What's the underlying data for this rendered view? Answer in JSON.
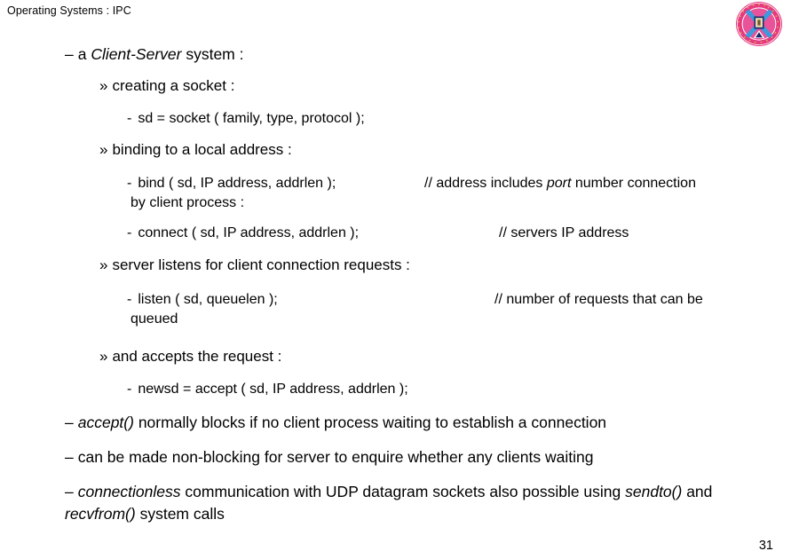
{
  "header": {
    "title": "Operating Systems : IPC"
  },
  "logo": {
    "name": "university-of-edinburgh-crest",
    "ring_color": "#E6397F",
    "field_color": "#E8539A",
    "saltire_color": "#3B9BDD",
    "shield_color": "#1B2A6B",
    "motto_text_color": "#C8A020"
  },
  "content": {
    "bullets": {
      "dash": "–",
      "guillemet": "»",
      "hyphen": "-"
    },
    "l1_client_server": {
      "pre": "a ",
      "italic": "Client-Server",
      "post": " system :"
    },
    "l2_creating_socket": "creating a socket :",
    "l3_socket_call": "sd = socket ( family, type, protocol );",
    "l2_binding": "binding to a local address :",
    "l3_bind_call": "bind ( sd, IP address, addrlen );",
    "cmt_bind": {
      "pre": "// address includes ",
      "italic": "port",
      "post": " number connection"
    },
    "cont_bind": "by client process :",
    "l3_connect_call": "connect ( sd, IP address, addrlen );",
    "cmt_connect": "// servers IP address",
    "l2_server_listens": "server listens for client connection requests :",
    "l3_listen_call": "listen ( sd, queuelen );",
    "cmt_listen": "// number of requests that can be",
    "cont_listen": "queued",
    "l2_accepts": "and accepts the request :",
    "l3_accept_call": "newsd = accept ( sd, IP address, addrlen );",
    "p_accept": {
      "italic": "accept()",
      "post": " normally blocks if no client process waiting to establish a connection"
    },
    "p_nonblocking": "can be made non-blocking for server to enquire whether any clients waiting",
    "p_connectionless": {
      "italic1": "connectionless",
      "mid1": " communication with UDP datagram sockets also possible using ",
      "italic2": "sendto()",
      "mid2": " and ",
      "italic3": "recvfrom()",
      "post": " system calls"
    }
  },
  "footer": {
    "page_number": "31"
  }
}
